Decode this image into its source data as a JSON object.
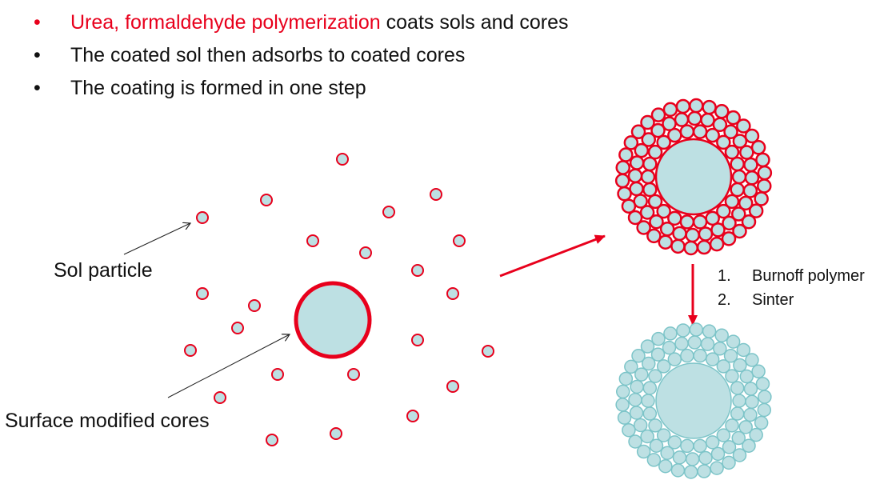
{
  "bullets": [
    {
      "bullet": "•",
      "highlight": "Urea, formaldehyde polymerization",
      "text": " coats sols and cores"
    },
    {
      "bullet": "•",
      "highlight": "",
      "text": "The coated sol then adsorbs to coated cores"
    },
    {
      "bullet": "•",
      "highlight": "",
      "text": "The coating is formed in one step"
    }
  ],
  "labels": {
    "sol_particle": "Sol particle",
    "surface_modified_cores": "Surface modified cores"
  },
  "steps": [
    {
      "num": "1.",
      "text": "Burnoff polymer"
    },
    {
      "num": "2.",
      "text": "Sinter"
    }
  ],
  "colors": {
    "accent_red": "#e8001c",
    "particle_fill": "#bde0e3",
    "sintered_outline": "#7cc4c8"
  }
}
